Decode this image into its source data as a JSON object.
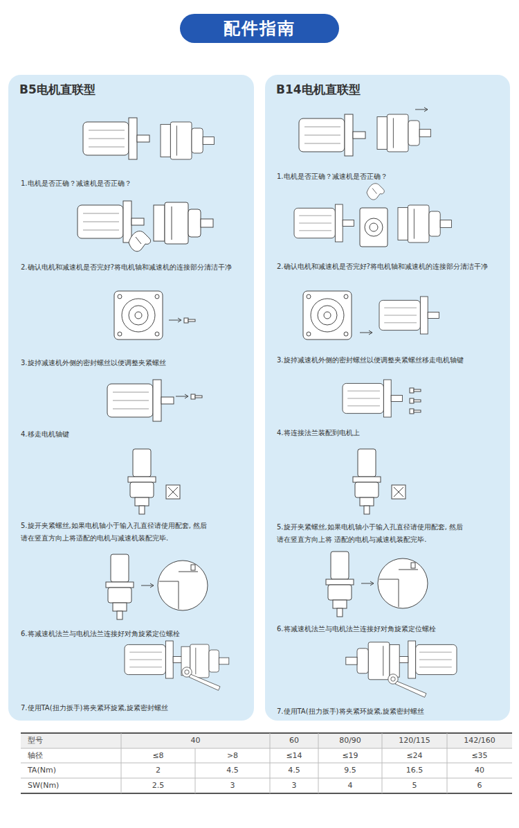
{
  "diagram": {
    "title": "配件指南",
    "nodes": [
      {
        "text": [
          "B5电机直联型"
        ]
      },
      {
        "text": [
          "B14电机直联型"
        ]
      }
    ],
    "labels": [
      "1.电机是否正确？减速机是否正确？",
      "2.确认电机和减速机是否完好?将电机轴和减速机的连接部分清洁干净",
      "3.旋掉减速机外侧的密封螺丝以便调整夹紧螺丝",
      "4.移走电机轴键",
      "5.旋开夹紧螺丝,如果电机轴小于输入孔直径请使用配套, 然后请在竖直方向上将适配的电机与减速机装配完毕.",
      "6.将减速机法兰与电机法兰连接好对角旋紧定位螺栓",
      "7.使用TA(扭力扳手)将夹紧环旋紧,旋紧密封螺丝",
      "1.电机是否正确？减速机是否正确？",
      "2.确认电机和减速机是否完好?将电机轴和减速机的连接部分清洁干净",
      "3.旋掉减速机外侧的密封螺丝以便调整夹紧螺丝移走电机轴键",
      "4.将连接法兰装配到电机上",
      "5.旋开夹紧螺丝,如果电机轴小于输入孔直径请使用配套, 然后请在竖直方向上将 适配的电机与减速机装配完毕.",
      "6.将减速机法兰与电机法兰连接好对角旋紧定位螺栓",
      "7.使用TA(扭力扳手)将夹紧环旋紧,旋紧密封螺丝",
      "型号",
      "40",
      "60",
      "80/90",
      "120/115",
      "142/160",
      "轴径",
      "≤8",
      ">8",
      "≤14",
      "≤19",
      "≤24",
      "≤35",
      "TA(Nm)",
      "2",
      "4.5",
      "4.5",
      "9.5",
      "16.5",
      "40",
      "SW(Nm)",
      "2.5",
      "3",
      "3",
      "4",
      "5",
      "6"
    ]
  }
}
